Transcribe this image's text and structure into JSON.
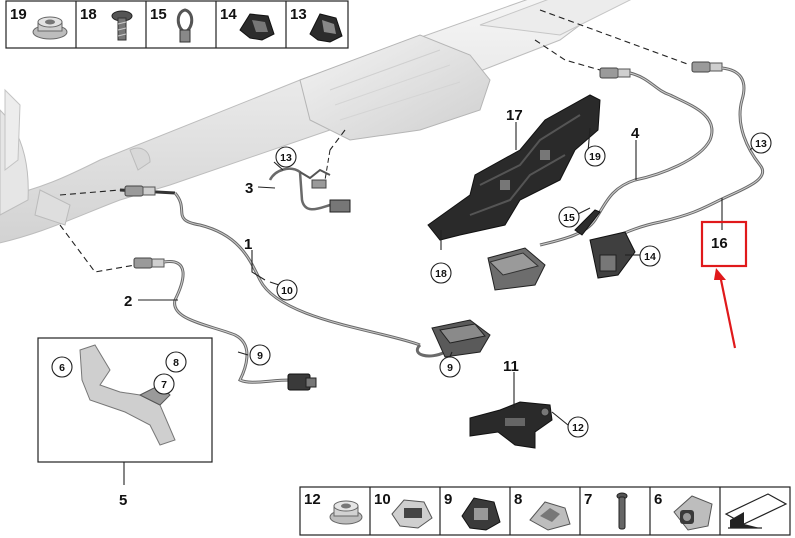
{
  "top_strip": {
    "cells": [
      {
        "num": "19",
        "icon": "nut-flange-icon"
      },
      {
        "num": "18",
        "icon": "screw-icon"
      },
      {
        "num": "15",
        "icon": "spring-clip-icon"
      },
      {
        "num": "14",
        "icon": "cable-clip-icon"
      },
      {
        "num": "13",
        "icon": "cable-clip-icon"
      }
    ]
  },
  "bottom_strip": {
    "cells": [
      {
        "num": "12",
        "icon": "nut-flange-icon"
      },
      {
        "num": "10",
        "icon": "cable-holder-icon"
      },
      {
        "num": "9",
        "icon": "cable-holder-icon"
      },
      {
        "num": "8",
        "icon": "clip-icon"
      },
      {
        "num": "7",
        "icon": "rivet-icon"
      },
      {
        "num": "6",
        "icon": "cable-clip-icon"
      },
      {
        "num": "",
        "icon": "arrow-corner-icon"
      }
    ]
  },
  "callouts": {
    "c1": "1",
    "c2": "2",
    "c3": "3",
    "c4": "4",
    "c5": "5",
    "c11": "11",
    "c16": "16",
    "c17": "17"
  },
  "circles": {
    "c13_probe3": "13",
    "c19": "19",
    "c13_r": "13",
    "c15": "15",
    "c14": "14",
    "c18": "18",
    "c10": "10",
    "c9_left": "9",
    "c9_conn": "9",
    "c12": "12",
    "c6": "6",
    "c8": "8",
    "c7": "7"
  },
  "colors": {
    "highlight": "#e0191b",
    "parts": "#2c2c2c",
    "pipe": "#e9e9e9",
    "pipe_edge": "#b8b8b8",
    "line": "#222222"
  }
}
